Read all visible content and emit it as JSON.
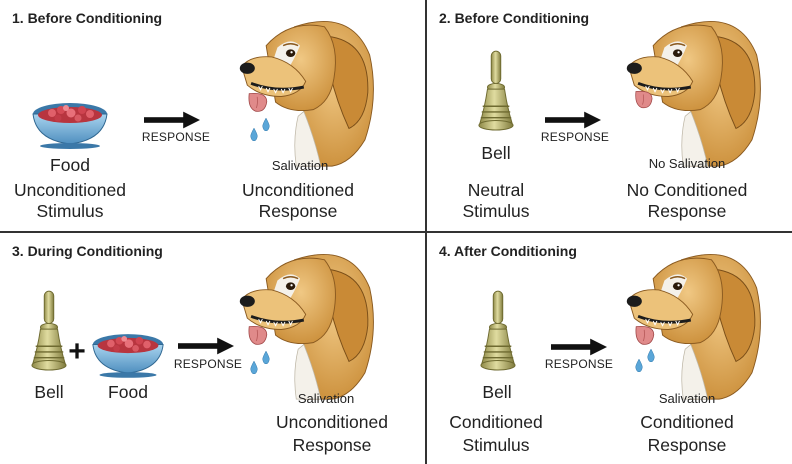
{
  "panels": [
    {
      "title": "1. Before Conditioning",
      "response_label": "RESPONSE",
      "stimulus_name": "Food",
      "stimulus_type": [
        "Unconditioned",
        "Stimulus"
      ],
      "dog_caption": "Salivation",
      "response_type": [
        "Unconditioned",
        "Response"
      ]
    },
    {
      "title": "2. Before Conditioning",
      "response_label": "RESPONSE",
      "stimulus_name": "Bell",
      "stimulus_type": [
        "Neutral",
        "Stimulus"
      ],
      "dog_caption": "No Salivation",
      "response_type": [
        "No Conditioned",
        "Response"
      ]
    },
    {
      "title": "3. During Conditioning",
      "response_label": "RESPONSE",
      "stimulus_name": "Bell",
      "plus": "+",
      "stimulus_name_2": "Food",
      "dog_caption": "Salivation",
      "response_type": [
        "Unconditioned",
        "Response"
      ]
    },
    {
      "title": "4. After Conditioning",
      "response_label": "RESPONSE",
      "stimulus_name": "Bell",
      "stimulus_type": [
        "Conditioned",
        "Stimulus"
      ],
      "dog_caption": "Salivation",
      "response_type": [
        "Conditioned",
        "Response"
      ]
    }
  ],
  "colors": {
    "dog_fur": "#d9a24a",
    "dog_fur_light": "#ecc27a",
    "dog_white": "#f4f1ea",
    "bell": "#b8b070",
    "bowl": "#7fb6d9",
    "food": "#c94250",
    "tongue": "#e08a8a",
    "drop": "#5aa6d8",
    "arrow": "#111111"
  }
}
